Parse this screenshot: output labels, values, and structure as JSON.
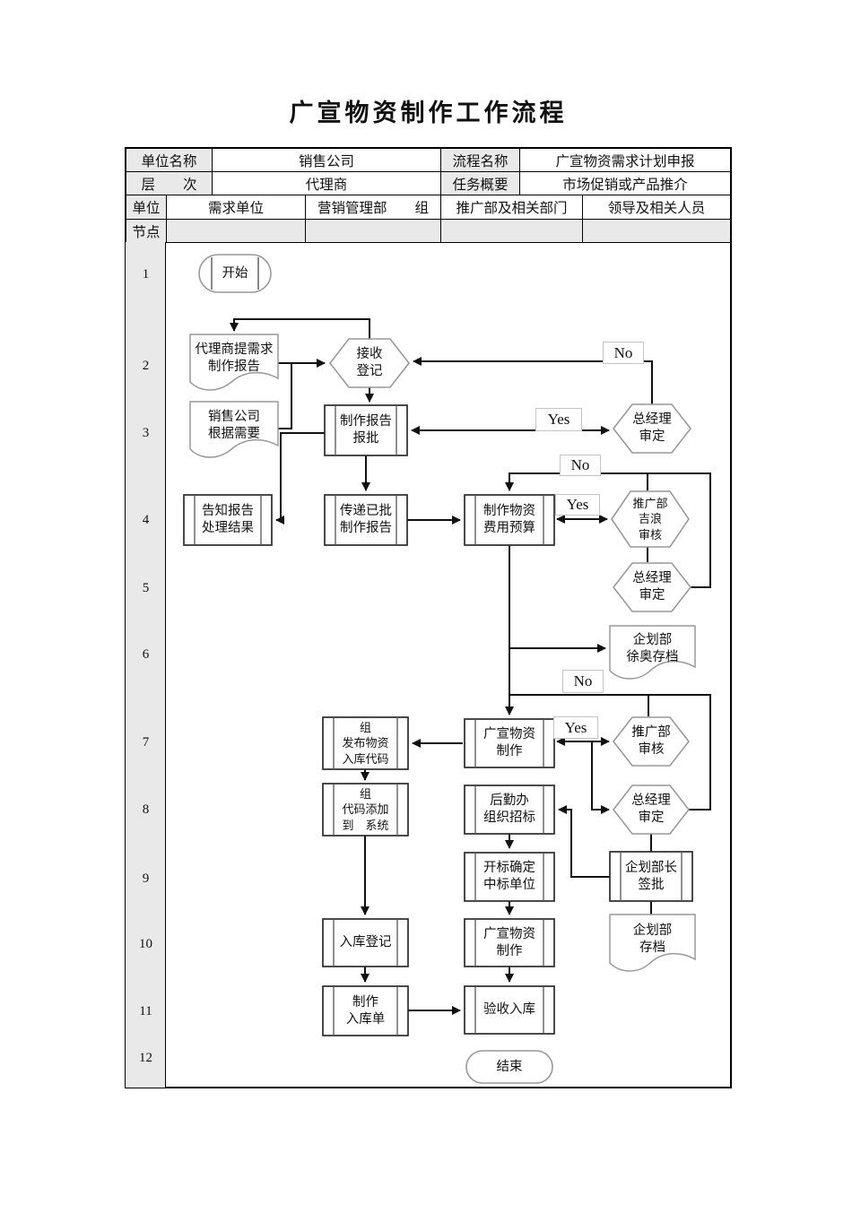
{
  "page": {
    "title": "广宣物资制作工作流程"
  },
  "info_table": {
    "unit_name_label": "单位名称",
    "unit_name_value": "销售公司",
    "process_name_label": "流程名称",
    "process_name_value": "广宣物资需求计划申报",
    "level_label": "层　　次",
    "level_value": "代理商",
    "task_label": "任务概要",
    "task_value": "市场促销或产品推介",
    "unit_label": "单位",
    "node_label": "节点",
    "unit_columns": [
      "需求单位",
      "营销管理部　　组",
      "推广部及相关部门",
      "领导及相关人员"
    ]
  },
  "row_numbers": [
    "1",
    "2",
    "3",
    "4",
    "5",
    "6",
    "7",
    "8",
    "9",
    "10",
    "11",
    "12"
  ],
  "nodes": {
    "start": "开始",
    "agent_demand_doc": "代理商提需求\n制作报告",
    "receive_register": "接收\n登记",
    "sales_need_doc": "销售公司\n根据需要",
    "report_approval": "制作报告\n报批",
    "gm_review_1": "总经理\n审定",
    "notify_result": "告知报告\n处理结果",
    "transfer_report": "传递已批\n制作报告",
    "material_budget": "制作物资\n费用预算",
    "promo_review_1": "推广部\n吉浪\n审核",
    "gm_review_2": "总经理\n审定",
    "planning_archive_1": "企划部\n徐奥存档",
    "publish_code": "组\n发布物资\n入库代码",
    "material_make_1": "广宣物资\n制作",
    "promo_review_2": "推广部\n审核",
    "code_to_system": "组\n代码添加\n到　系统",
    "logistics_bid": "后勤办\n组织招标",
    "gm_review_3": "总经理\n审定",
    "bid_open": "开标确定\n中标单位",
    "planning_sign": "企划部长\n签批",
    "warehouse_register": "入库登记",
    "material_make_2": "广宣物资\n制作",
    "planning_archive_2": "企划部\n存档",
    "make_slip": "制作\n入库单",
    "accept_warehouse": "验收入库",
    "end": "结束"
  },
  "decision_labels": {
    "no1": "No",
    "yes1": "Yes",
    "no2": "No",
    "yes2": "Yes",
    "no3": "No",
    "yes3": "Yes"
  },
  "colors": {
    "cell_shade": "#e9e9e9",
    "connector_line": "#111111",
    "shape_border_gray": "#999999",
    "box_border": "#2b2b2b"
  }
}
